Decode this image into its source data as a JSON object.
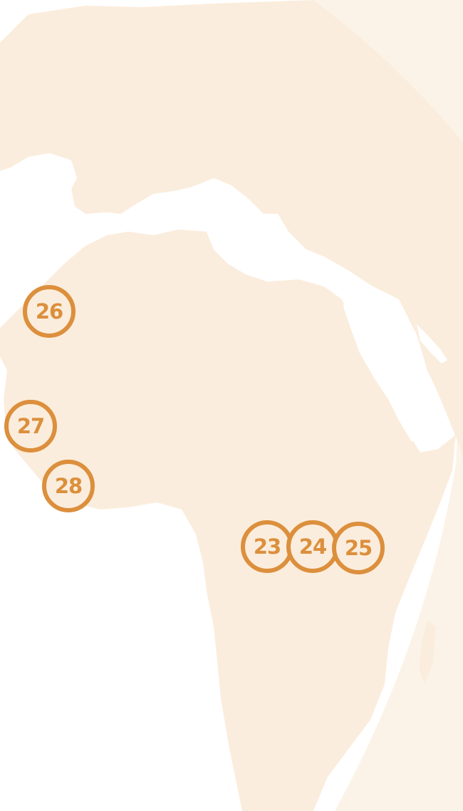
{
  "map": {
    "colors": {
      "background": "#ffffff",
      "ocean_glow": "#fcf3e8",
      "land": "#fbeddd",
      "marker_ring": "#dc8f3c",
      "marker_text": "#dc8f3c"
    },
    "markers": [
      {
        "label": "26"
      },
      {
        "label": "27"
      },
      {
        "label": "28"
      },
      {
        "label": "23"
      },
      {
        "label": "24"
      },
      {
        "label": "25"
      }
    ]
  }
}
